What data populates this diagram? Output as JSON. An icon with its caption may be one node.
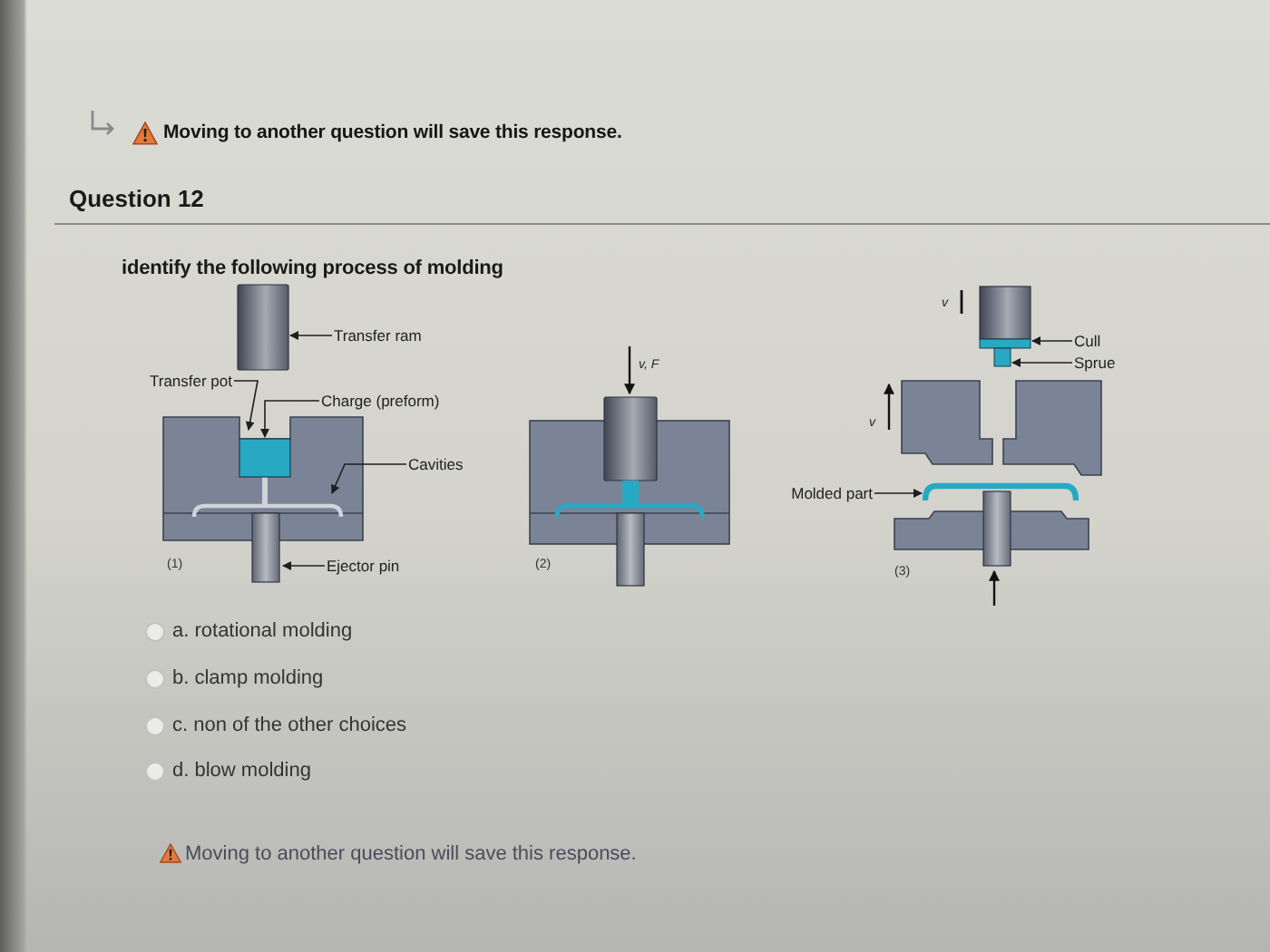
{
  "diagram": {
    "nodes": [
      {
        "text": [
          "Transfer ram"
        ]
      },
      {
        "text": [
          "Transfer pot"
        ]
      },
      {
        "text": [
          "Charge (preform)"
        ]
      },
      {
        "text": [
          "Cavities"
        ]
      },
      {
        "text": [
          "Ejector pin"
        ]
      },
      {
        "text": [
          "Cull"
        ]
      },
      {
        "text": [
          "Sprue"
        ]
      },
      {
        "text": [
          "Molded part"
        ]
      },
      {
        "text": [],
        "shape": "box"
      }
    ],
    "edges": [
      {
        "from": 0,
        "to": null,
        "arrow": "to"
      },
      {
        "from": 1,
        "to": null,
        "arrow": "to"
      },
      {
        "from": 2,
        "to": 8,
        "arrow": "to"
      },
      {
        "from": 3,
        "to": null,
        "arrow": "to"
      },
      {
        "from": 4,
        "to": null,
        "arrow": "to"
      },
      {
        "from": 5,
        "to": null,
        "arrow": "to"
      },
      {
        "from": 6,
        "to": null,
        "arrow": "to"
      },
      {
        "from": 7,
        "to": null,
        "arrow": "to"
      }
    ],
    "labels": [
      "Moving to another question will save this response.",
      "Question 12",
      "identify the following process of molding",
      "v",
      "v, F",
      "v",
      "(1)",
      "(2)",
      "(3)",
      "a. rotational molding",
      "b. clamp molding",
      "c. non of the other choices",
      "d. blow molding",
      "Moving to another question will save this response."
    ]
  }
}
